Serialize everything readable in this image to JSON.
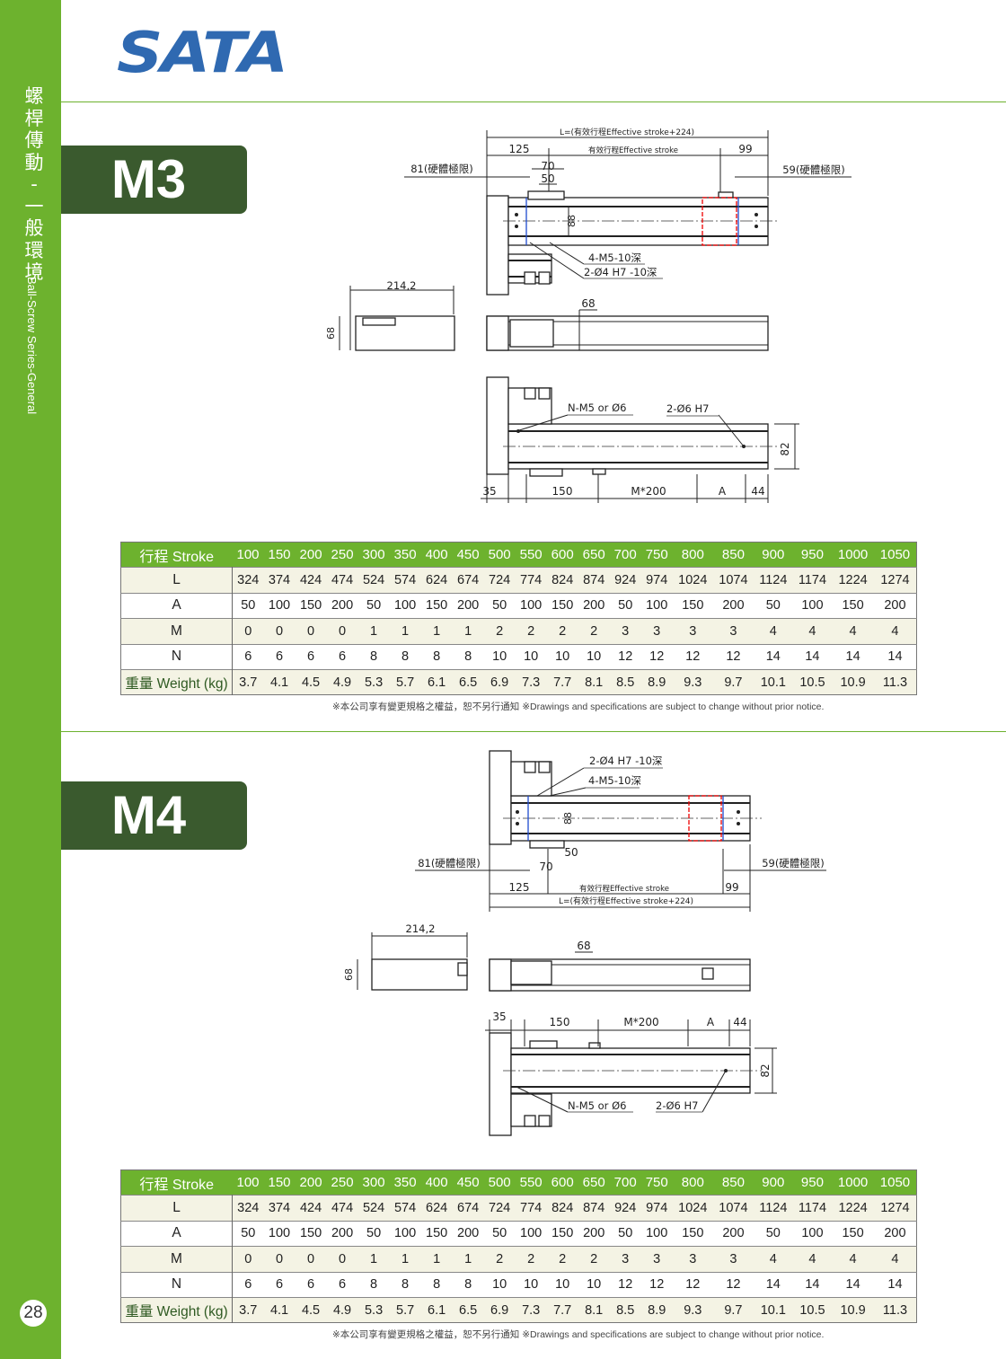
{
  "sidebar": {
    "title_zh": [
      "螺",
      "桿",
      "傳",
      "動",
      "-",
      "一",
      "般",
      "環",
      "境"
    ],
    "title_en": "Ball-Screw Series-General",
    "page_number": "28"
  },
  "logo": "SATA",
  "colors": {
    "green": "#6db22e",
    "dark_green": "#3a5a2e",
    "logo_blue": "#2f69b1"
  },
  "sections": [
    {
      "model": "M3",
      "drawing": {
        "L": "L=(有效行程Effective stroke+224)",
        "d125": "125",
        "stroke": "有效行程Effective stroke",
        "d99": "99",
        "limit_left": "81(硬體極限)",
        "limit_right": "59(硬體極限)",
        "d70": "70",
        "d50": "50",
        "d88": "88",
        "tap": "4-M5-10深",
        "pin": "2-Ø4 H7 -10深",
        "d214": "214,2",
        "d68_side": "68",
        "d68_top": "68",
        "mount": "N-M5 or Ø6",
        "pin6": "2-Ø6 H7",
        "d82": "82",
        "d35": "35",
        "d150": "150",
        "m200": "M*200",
        "a": "A",
        "d44": "44"
      },
      "table": {
        "header_label": "行程 Stroke",
        "strokes": [
          "100",
          "150",
          "200",
          "250",
          "300",
          "350",
          "400",
          "450",
          "500",
          "550",
          "600",
          "650",
          "700",
          "750",
          "800",
          "850",
          "900",
          "950",
          "1000",
          "1050"
        ],
        "rows": [
          {
            "label": "L",
            "values": [
              "324",
              "374",
              "424",
              "474",
              "524",
              "574",
              "624",
              "674",
              "724",
              "774",
              "824",
              "874",
              "924",
              "974",
              "1024",
              "1074",
              "1124",
              "1174",
              "1224",
              "1274"
            ]
          },
          {
            "label": "A",
            "values": [
              "50",
              "100",
              "150",
              "200",
              "50",
              "100",
              "150",
              "200",
              "50",
              "100",
              "150",
              "200",
              "50",
              "100",
              "150",
              "200",
              "50",
              "100",
              "150",
              "200"
            ]
          },
          {
            "label": "M",
            "values": [
              "0",
              "0",
              "0",
              "0",
              "1",
              "1",
              "1",
              "1",
              "2",
              "2",
              "2",
              "2",
              "3",
              "3",
              "3",
              "3",
              "4",
              "4",
              "4",
              "4"
            ]
          },
          {
            "label": "N",
            "values": [
              "6",
              "6",
              "6",
              "6",
              "8",
              "8",
              "8",
              "8",
              "10",
              "10",
              "10",
              "10",
              "12",
              "12",
              "12",
              "12",
              "14",
              "14",
              "14",
              "14"
            ]
          },
          {
            "label": "重量 Weight (kg)",
            "values": [
              "3.7",
              "4.1",
              "4.5",
              "4.9",
              "5.3",
              "5.7",
              "6.1",
              "6.5",
              "6.9",
              "7.3",
              "7.7",
              "8.1",
              "8.5",
              "8.9",
              "9.3",
              "9.7",
              "10.1",
              "10.5",
              "10.9",
              "11.3"
            ]
          }
        ]
      },
      "note": "※本公司享有變更規格之權益，恕不另行通知 ※Drawings and specifications are subject to change without prior notice."
    },
    {
      "model": "M4",
      "drawing": {
        "L": "L=(有效行程Effective stroke+224)",
        "d125": "125",
        "stroke": "有效行程Effective stroke",
        "d99": "99",
        "limit_left": "81(硬體極限)",
        "limit_right": "59(硬體極限)",
        "d70": "70",
        "d50": "50",
        "d88": "88",
        "tap": "4-M5-10深",
        "pin": "2-Ø4 H7 -10深",
        "d214": "214,2",
        "d68_side": "68",
        "d68_top": "68",
        "mount": "N-M5 or Ø6",
        "pin6": "2-Ø6 H7",
        "d82": "82",
        "d35": "35",
        "d150": "150",
        "m200": "M*200",
        "a": "A",
        "d44": "44"
      },
      "table": {
        "header_label": "行程 Stroke",
        "strokes": [
          "100",
          "150",
          "200",
          "250",
          "300",
          "350",
          "400",
          "450",
          "500",
          "550",
          "600",
          "650",
          "700",
          "750",
          "800",
          "850",
          "900",
          "950",
          "1000",
          "1050"
        ],
        "rows": [
          {
            "label": "L",
            "values": [
              "324",
              "374",
              "424",
              "474",
              "524",
              "574",
              "624",
              "674",
              "724",
              "774",
              "824",
              "874",
              "924",
              "974",
              "1024",
              "1074",
              "1124",
              "1174",
              "1224",
              "1274"
            ]
          },
          {
            "label": "A",
            "values": [
              "50",
              "100",
              "150",
              "200",
              "50",
              "100",
              "150",
              "200",
              "50",
              "100",
              "150",
              "200",
              "50",
              "100",
              "150",
              "200",
              "50",
              "100",
              "150",
              "200"
            ]
          },
          {
            "label": "M",
            "values": [
              "0",
              "0",
              "0",
              "0",
              "1",
              "1",
              "1",
              "1",
              "2",
              "2",
              "2",
              "2",
              "3",
              "3",
              "3",
              "3",
              "4",
              "4",
              "4",
              "4"
            ]
          },
          {
            "label": "N",
            "values": [
              "6",
              "6",
              "6",
              "6",
              "8",
              "8",
              "8",
              "8",
              "10",
              "10",
              "10",
              "10",
              "12",
              "12",
              "12",
              "12",
              "14",
              "14",
              "14",
              "14"
            ]
          },
          {
            "label": "重量 Weight (kg)",
            "values": [
              "3.7",
              "4.1",
              "4.5",
              "4.9",
              "5.3",
              "5.7",
              "6.1",
              "6.5",
              "6.9",
              "7.3",
              "7.7",
              "8.1",
              "8.5",
              "8.9",
              "9.3",
              "9.7",
              "10.1",
              "10.5",
              "10.9",
              "11.3"
            ]
          }
        ]
      },
      "note": "※本公司享有變更規格之權益，恕不另行通知 ※Drawings and specifications are subject to change without prior notice."
    }
  ]
}
